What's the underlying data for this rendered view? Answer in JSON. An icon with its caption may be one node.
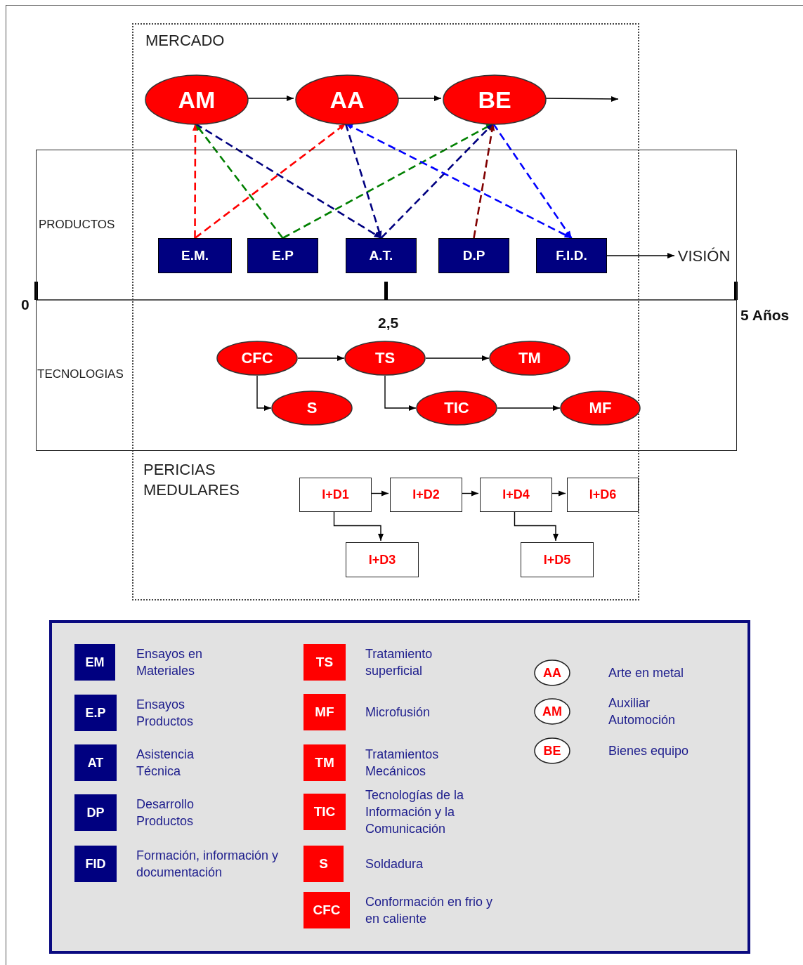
{
  "diagram": {
    "nodes": [
      {
        "text": [
          "MERCADO",
          "PERICIAS MEDULARES"
        ]
      },
      {
        "text": [
          "PRODUCTOS",
          "TECNOLOGIAS"
        ]
      },
      {
        "text": [
          "AM"
        ],
        "in": 0
      },
      {
        "text": [
          "AA"
        ],
        "in": 0
      },
      {
        "text": [
          "BE"
        ],
        "in": 0
      },
      {
        "text": [
          "E.M."
        ]
      },
      {
        "text": [
          "E.P"
        ]
      },
      {
        "text": [
          "A.T."
        ]
      },
      {
        "text": [
          "D.P"
        ]
      },
      {
        "text": [
          "F.I.D."
        ]
      },
      {
        "text": [
          "VISIÓN"
        ],
        "in": 1
      },
      {
        "text": [
          "CFC"
        ]
      },
      {
        "text": [
          "TS"
        ]
      },
      {
        "text": [
          "TM"
        ]
      },
      {
        "text": [
          "S"
        ]
      },
      {
        "text": [
          "TIC"
        ]
      },
      {
        "text": [
          "MF"
        ]
      },
      {
        "text": [
          "I+D1"
        ],
        "in": 0
      },
      {
        "text": [
          "I+D2"
        ],
        "in": 0
      },
      {
        "text": [
          "I+D4"
        ],
        "in": 0
      },
      {
        "text": [
          "I+D6"
        ],
        "in": 0
      },
      {
        "text": [
          "I+D3"
        ],
        "in": 0
      },
      {
        "text": [
          "I+D5"
        ],
        "in": 0
      },
      {
        "text": [],
        "shape": "box"
      },
      {
        "text": [
          "EM"
        ],
        "in": 23,
        "beside": [
          "Ensayos en Materiales"
        ]
      },
      {
        "text": [
          "E.P"
        ],
        "in": 23,
        "beside": [
          "Ensayos Productos"
        ]
      },
      {
        "text": [
          "AT"
        ],
        "in": 23,
        "beside": [
          "Asistencia Técnica"
        ]
      },
      {
        "text": [
          "DP"
        ],
        "in": 23,
        "beside": [
          "Desarrollo Productos"
        ]
      },
      {
        "text": [
          "FID"
        ],
        "in": 23,
        "beside": [
          "Formación, información y documentación"
        ]
      },
      {
        "text": [
          "TS"
        ],
        "in": 23,
        "beside": [
          "Tratamiento superficial"
        ]
      },
      {
        "text": [
          "MF"
        ],
        "in": 23,
        "beside": [
          "Microfusión"
        ]
      },
      {
        "text": [
          "TM"
        ],
        "in": 23,
        "beside": [
          "Tratamientos Mecánicos"
        ]
      },
      {
        "text": [
          "TIC"
        ],
        "in": 23,
        "beside": [
          "Tecnologías de la Información y la Comunicación"
        ]
      },
      {
        "text": [
          "S"
        ],
        "in": 23,
        "beside": [
          "Soldadura"
        ]
      },
      {
        "text": [
          "CFC"
        ],
        "in": 23,
        "beside": [
          "Conformación en frio y en caliente"
        ]
      },
      {
        "text": [
          "AA"
        ],
        "in": 23,
        "beside": [
          "Arte en metal"
        ]
      },
      {
        "text": [
          "AM"
        ],
        "in": 23,
        "beside": [
          "Auxiliar Automoción"
        ]
      },
      {
        "text": [
          "BE"
        ],
        "in": 23,
        "beside": [
          "Bienes equipo"
        ]
      }
    ],
    "edges": [
      {
        "from": 2,
        "to": 3,
        "arrow": "to"
      },
      {
        "from": 3,
        "to": 4,
        "arrow": "to"
      },
      {
        "from": 4,
        "to": null,
        "arrow": "to"
      },
      {
        "from": 9,
        "to": 10,
        "arrow": "to"
      },
      {
        "from": 5,
        "to": 2,
        "arrow": "to",
        "style": "dashed",
        "color": "#ff0000"
      },
      {
        "from": 5,
        "to": 3,
        "arrow": "to",
        "style": "dashed",
        "color": "#ff0000"
      },
      {
        "from": 6,
        "to": 2,
        "arrow": "to",
        "style": "dashed",
        "color": "#008000"
      },
      {
        "from": 6,
        "to": 4,
        "arrow": "to",
        "style": "dashed",
        "color": "#008000"
      },
      {
        "from": 2,
        "to": 7,
        "arrow": "to",
        "style": "dashed",
        "color": "#000080"
      },
      {
        "from": 3,
        "to": 7,
        "arrow": "to",
        "style": "dashed",
        "color": "#000080"
      },
      {
        "from": 7,
        "to": 4,
        "arrow": "to",
        "style": "dashed",
        "color": "#000080"
      },
      {
        "from": 8,
        "to": 4,
        "arrow": "to",
        "style": "dashed",
        "color": "#800000"
      },
      {
        "from": 3,
        "to": 9,
        "arrow": "both",
        "style": "dashed",
        "color": "#0000ff"
      },
      {
        "from": 4,
        "to": 9,
        "arrow": "to",
        "style": "dashed",
        "color": "#0000ff"
      },
      {
        "from": 11,
        "to": 12,
        "arrow": "to"
      },
      {
        "from": 12,
        "to": 13,
        "arrow": "to"
      },
      {
        "from": 11,
        "to": 14,
        "arrow": "to"
      },
      {
        "from": 12,
        "to": 15,
        "arrow": "to"
      },
      {
        "from": 15,
        "to": 16,
        "arrow": "to"
      },
      {
        "from": 17,
        "to": 18,
        "arrow": "to"
      },
      {
        "from": 18,
        "to": 19,
        "arrow": "to"
      },
      {
        "from": 19,
        "to": 20,
        "arrow": "to"
      },
      {
        "from": 17,
        "to": 21,
        "arrow": "to"
      },
      {
        "from": 19,
        "to": 22,
        "arrow": "to"
      }
    ],
    "labels": [
      "0",
      "2,5",
      "5 Años"
    ]
  }
}
